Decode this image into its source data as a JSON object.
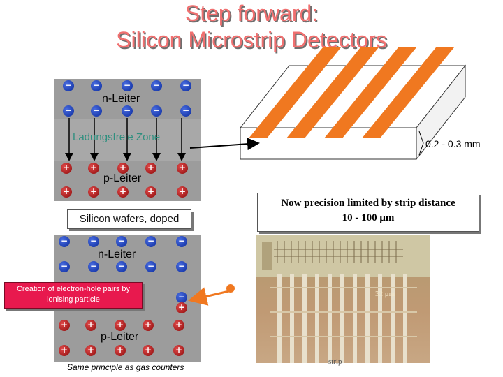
{
  "title": {
    "line1": "Step forward:",
    "line2": "Silicon Microstrip Detectors"
  },
  "panel1": {
    "n_layer": "n-Leiter",
    "zone": "Ladungsfreie Zone",
    "p_layer": "p-Leiter",
    "caption": "Silicon wafers, doped"
  },
  "panel2": {
    "n_layer": "n-Leiter",
    "p_layer": "p-Leiter",
    "creation_note": "Creation of electron-hole pairs by ionising particle",
    "same_principle": "Same principle as gas counters"
  },
  "detector": {
    "thickness": "0.2 - 0.3 mm",
    "precision_line1": "Now precision limited by strip distance",
    "precision_line2": "10 - 100 μm"
  },
  "photo": {
    "pitch_label": "32 μm",
    "strip_label": "strip"
  },
  "ions": {
    "negative": "−",
    "positive": "+"
  },
  "colors": {
    "title": "#f07070",
    "strip_orange": "#f07820",
    "zone_text": "#2f8f7f",
    "creation_box": "#e8194e",
    "electron": "#0a2a9c",
    "hole": "#8c0a0a"
  }
}
